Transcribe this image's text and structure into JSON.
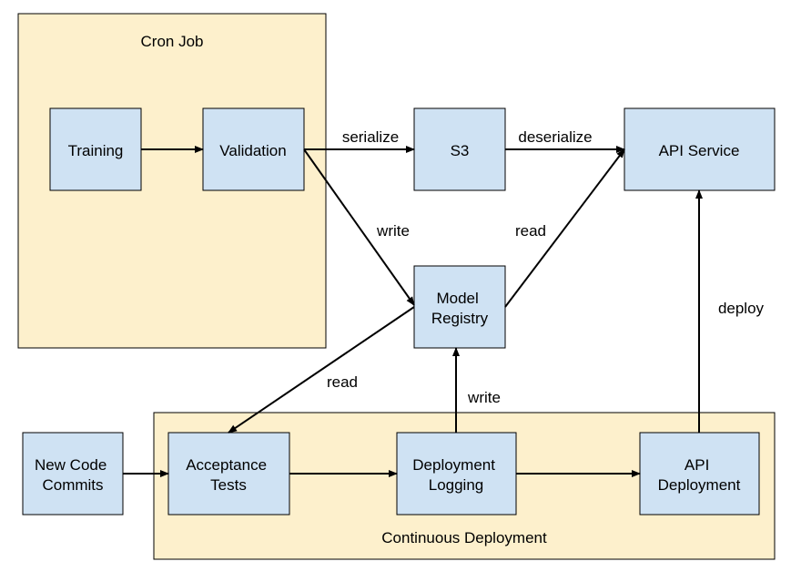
{
  "colors": {
    "group_fill": "#fdf0cc",
    "box_fill": "#cfe2f3",
    "stroke": "#000000",
    "background": "#ffffff"
  },
  "groups": {
    "cron_job": "Cron Job",
    "continuous_deployment": "Continuous Deployment"
  },
  "nodes": {
    "training": [
      "Training"
    ],
    "validation": [
      "Validation"
    ],
    "s3": [
      "S3"
    ],
    "api_service": [
      "API Service"
    ],
    "model_registry": [
      "Model",
      "Registry"
    ],
    "new_code_commits": [
      "New Code",
      "Commits"
    ],
    "acceptance_tests": [
      "Acceptance",
      "Tests"
    ],
    "deployment_logging": [
      "Deployment",
      "Logging"
    ],
    "api_deployment": [
      "API",
      "Deployment"
    ]
  },
  "edges": {
    "serialize": "serialize",
    "deserialize": "deserialize",
    "write_validation": "write",
    "read_registry_api": "read",
    "read_registry_tests": "read",
    "write_logging": "write",
    "deploy": "deploy"
  }
}
